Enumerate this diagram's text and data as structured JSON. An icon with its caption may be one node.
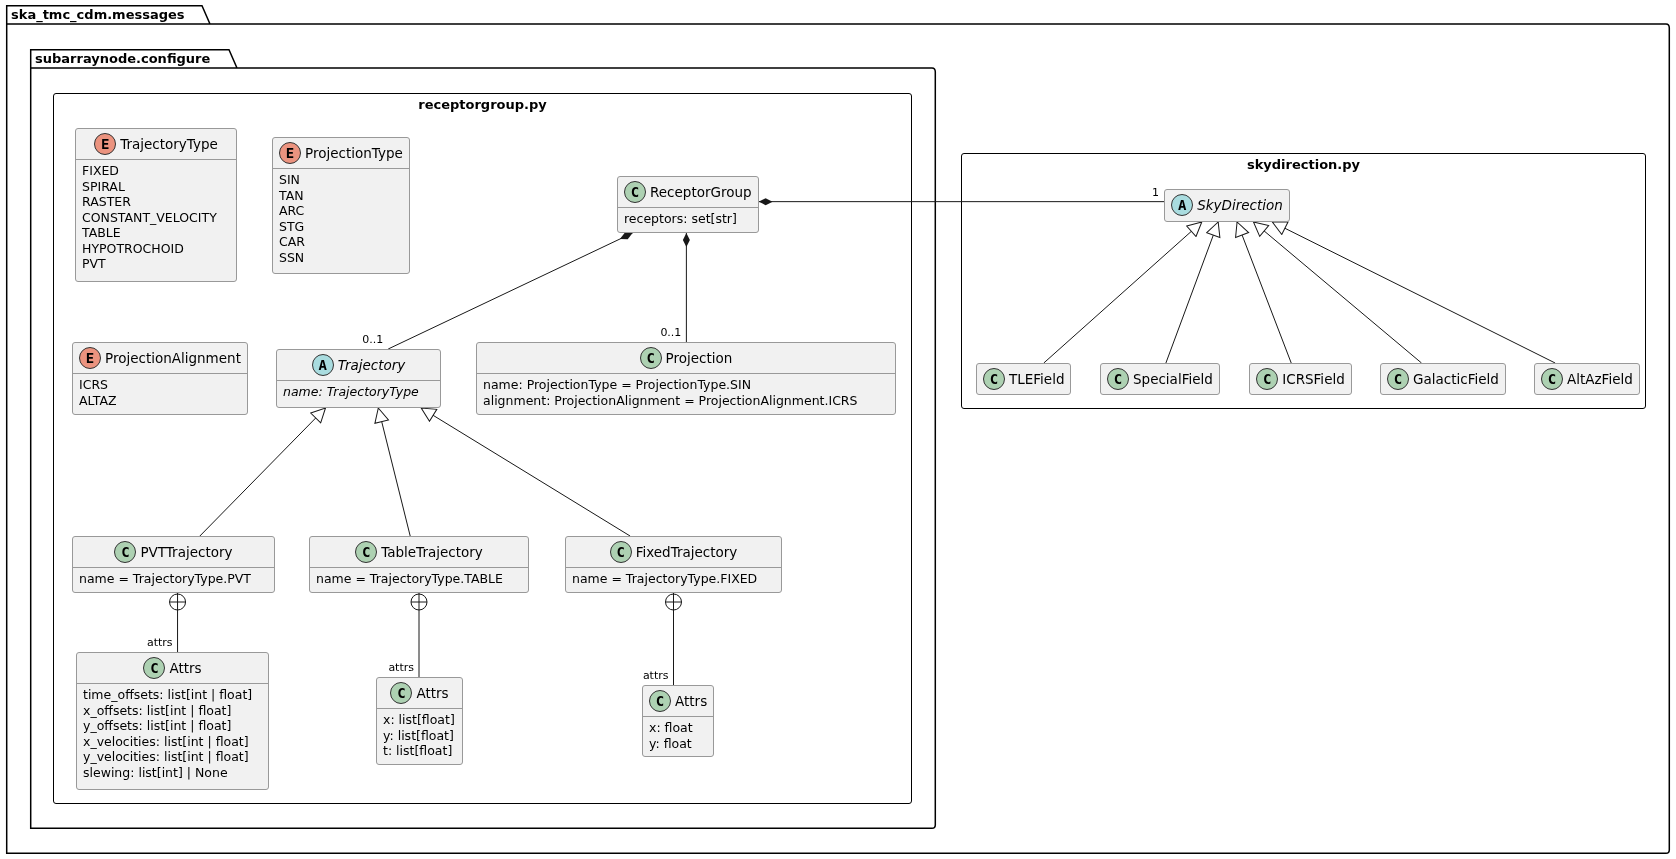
{
  "diagram": {
    "nodes": [
      {
        "text": [
          "ska_tmc_cdm.messages"
        ]
      },
      {
        "text": [
          "subarraynode.configure"
        ],
        "in": 0
      },
      {
        "text": [
          "receptorgroup.py"
        ],
        "in": 1
      },
      {
        "text": [
          "E",
          "TrajectoryType",
          "FIXED",
          "SPIRAL",
          "RASTER",
          "CONSTANT_VELOCITY",
          "TABLE",
          "HYPOTROCHOID",
          "PVT"
        ],
        "in": 2
      },
      {
        "text": [
          "E",
          "ProjectionType",
          "SIN",
          "TAN",
          "ARC",
          "STG",
          "CAR",
          "SSN"
        ],
        "in": 2
      },
      {
        "text": [
          "C",
          "ReceptorGroup",
          "receptors: set[str]"
        ],
        "in": 2
      },
      {
        "text": [
          "E",
          "ProjectionAlignment",
          "ICRS",
          "ALTAZ"
        ],
        "in": 2
      },
      {
        "text": [
          "A",
          "Trajectory",
          "name: TrajectoryType"
        ],
        "in": 2
      },
      {
        "text": [
          "C",
          "Projection",
          "name: ProjectionType = ProjectionType.SIN",
          "alignment: ProjectionAlignment = ProjectionAlignment.ICRS"
        ],
        "in": 2
      },
      {
        "text": [
          "C",
          "PVTTrajectory",
          "name = TrajectoryType.PVT"
        ],
        "in": 2
      },
      {
        "text": [
          "C",
          "TableTrajectory",
          "name = TrajectoryType.TABLE"
        ],
        "in": 2
      },
      {
        "text": [
          "C",
          "FixedTrajectory",
          "name = TrajectoryType.FIXED"
        ],
        "in": 2
      },
      {
        "text": [
          "C",
          "Attrs",
          "time_offsets: list[int | float]",
          "x_offsets: list[int | float]",
          "y_offsets: list[int | float]",
          "x_velocities: list[int | float]",
          "y_velocities: list[int | float]",
          "slewing: list[int] | None"
        ],
        "in": 2
      },
      {
        "text": [
          "C",
          "Attrs",
          "x: list[float]",
          "y: list[float]",
          "t: list[float]"
        ],
        "in": 2
      },
      {
        "text": [
          "C",
          "Attrs",
          "x: float",
          "y: float"
        ],
        "in": 2
      },
      {
        "text": [
          "skydirection.py"
        ],
        "in": 0
      },
      {
        "text": [
          "A",
          "SkyDirection"
        ],
        "in": 15
      },
      {
        "text": [
          "C",
          "TLEField"
        ],
        "in": 15
      },
      {
        "text": [
          "C",
          "SpecialField"
        ],
        "in": 15
      },
      {
        "text": [
          "C",
          "ICRSField"
        ],
        "in": 15
      },
      {
        "text": [
          "C",
          "GalacticField"
        ],
        "in": 15
      },
      {
        "text": [
          "C",
          "AltAzField"
        ],
        "in": 15
      }
    ],
    "edges": [
      {
        "from": 5,
        "to": 16,
        "arrow": "other",
        "label": "1"
      },
      {
        "from": 5,
        "to": 7,
        "arrow": "other",
        "label": "0..1"
      },
      {
        "from": 5,
        "to": 8,
        "arrow": "other",
        "label": "0..1"
      },
      {
        "from": 9,
        "to": 7,
        "arrow": "to"
      },
      {
        "from": 10,
        "to": 7,
        "arrow": "to"
      },
      {
        "from": 11,
        "to": 7,
        "arrow": "to"
      },
      {
        "from": 9,
        "to": 12,
        "arrow": "other",
        "label": "attrs"
      },
      {
        "from": 10,
        "to": 13,
        "arrow": "other",
        "label": "attrs"
      },
      {
        "from": 11,
        "to": 14,
        "arrow": "other",
        "label": "attrs"
      },
      {
        "from": 17,
        "to": 16,
        "arrow": "to"
      },
      {
        "from": 18,
        "to": 16,
        "arrow": "to"
      },
      {
        "from": 19,
        "to": 16,
        "arrow": "to"
      },
      {
        "from": 20,
        "to": 16,
        "arrow": "to"
      },
      {
        "from": 21,
        "to": 16,
        "arrow": "to"
      }
    ]
  }
}
